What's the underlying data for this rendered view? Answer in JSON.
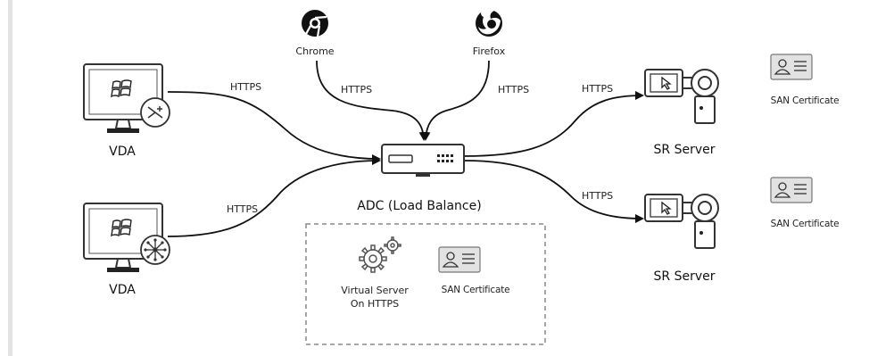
{
  "diagram": {
    "browsers": [
      {
        "name": "Chrome",
        "icon": "chrome-icon"
      },
      {
        "name": "Firefox",
        "icon": "firefox-icon"
      }
    ],
    "clients": [
      {
        "label": "VDA",
        "icon": "monitor-windows-icon",
        "badge": "network-plug-icon"
      },
      {
        "label": "VDA",
        "icon": "monitor-windows-icon",
        "badge": "network-hub-icon"
      }
    ],
    "adc": {
      "label": "ADC (Load Balance)",
      "icon": "load-balancer-appliance-icon"
    },
    "servers": [
      {
        "label": "SR Server",
        "icon": "sr-server-camera-icon"
      },
      {
        "label": "SR Server",
        "icon": "sr-server-camera-icon"
      }
    ],
    "links": {
      "vda1": "HTTPS",
      "vda2": "HTTPS",
      "chrome": "HTTPS",
      "firefox": "HTTPS",
      "server1": "HTTPS",
      "server2": "HTTPS"
    },
    "certificates": {
      "server1": "SAN Certificate",
      "server2": "SAN Certificate",
      "adc": "SAN Certificate"
    },
    "virtual_server": {
      "line1": "Virtual Server",
      "line2": "On HTTPS",
      "icon": "gears-icon"
    },
    "colors": {
      "line": "#111111",
      "box_border": "#888888",
      "cert_fill": "#e2e2e2"
    }
  }
}
